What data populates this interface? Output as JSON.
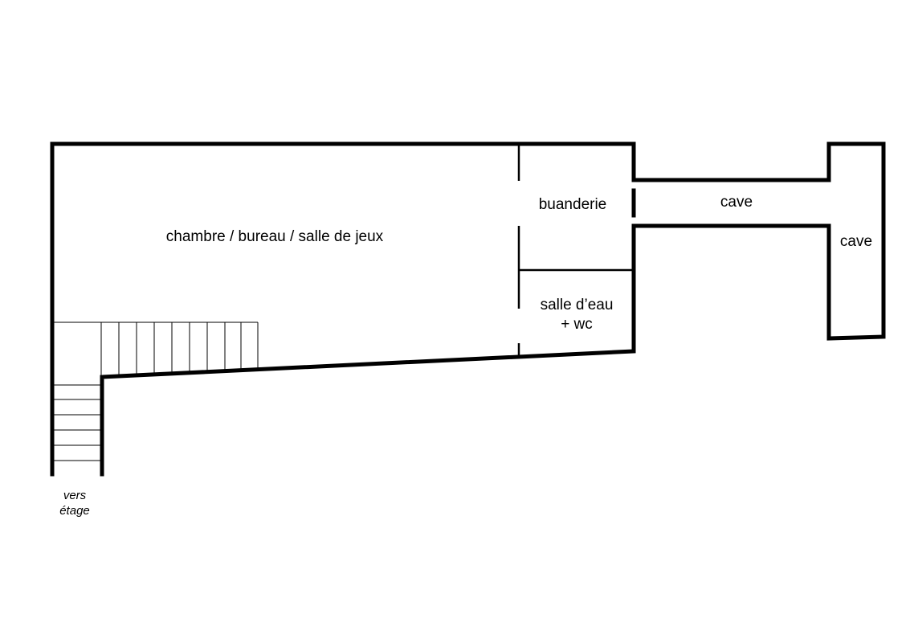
{
  "rooms": {
    "main": "chambre / bureau / salle de jeux",
    "laundry": "buanderie",
    "bathroom_line1": "salle d’eau",
    "bathroom_line2": "+ wc",
    "cellar_corridor": "cave",
    "cellar_room": "cave"
  },
  "stairs": {
    "note_line1": "vers",
    "note_line2": "étage"
  }
}
